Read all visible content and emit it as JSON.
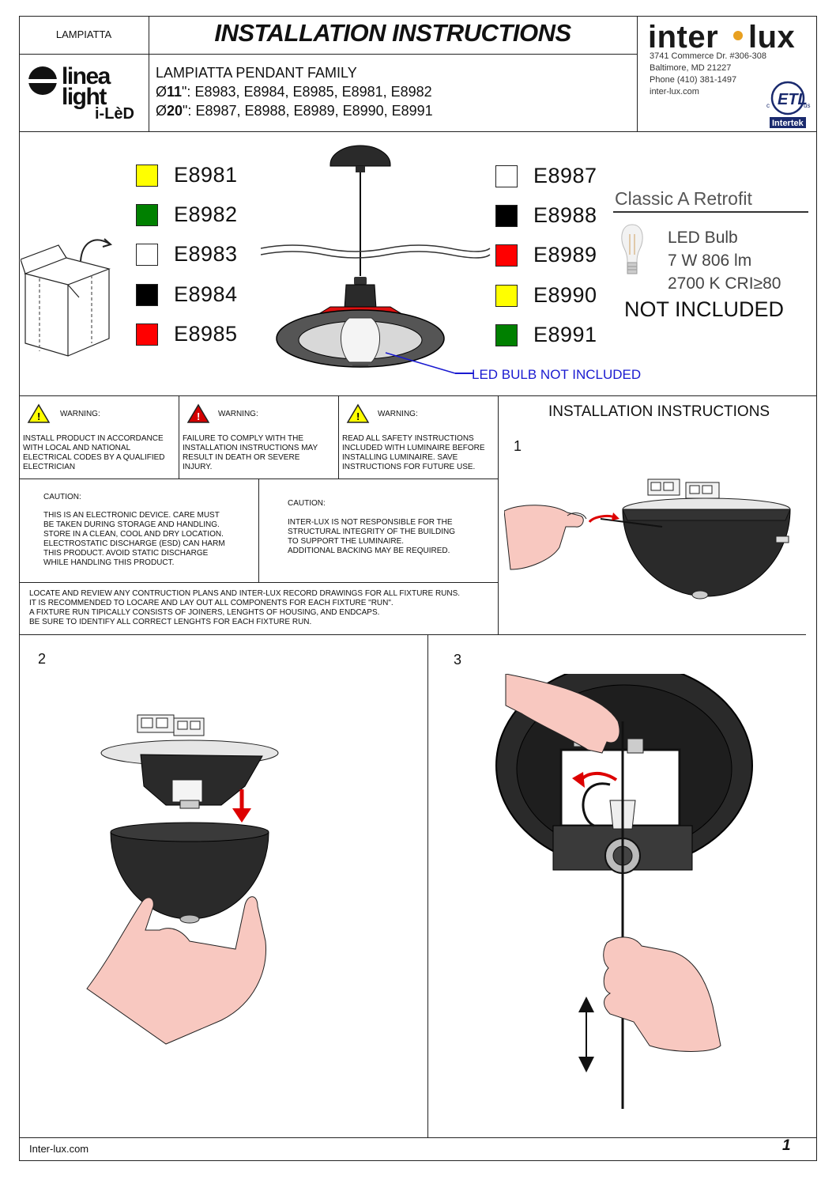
{
  "header": {
    "product_label": "LAMPIATTA",
    "title": "INSTALLATION INSTRUCTIONS",
    "family": "LAMPIATTA PENDANT FAMILY",
    "d11_prefix": "Ø",
    "d11_size": "11",
    "d11_codes": "\": E8983, E8984, E8985, E8981, E8982",
    "d20_prefix": "Ø",
    "d20_size": "20",
    "d20_codes": "\": E8987, E8988, E8989, E8990, E8991",
    "brand_logo": {
      "line1": "linea",
      "line2": "light",
      "line3": "i-LèD"
    },
    "interlux": {
      "logo_left": "inter",
      "logo_right": "lux",
      "address1": "3741 Commerce Dr. #306-308",
      "address2": "Baltimore, MD 21227",
      "phone": "Phone (410) 381-1497",
      "web": "inter-lux.com"
    },
    "cert": {
      "mark": "ETL",
      "c": "c",
      "us": "us",
      "lab": "Intertek"
    }
  },
  "colors_left": [
    {
      "code": "E8981",
      "color": "#ffff00"
    },
    {
      "code": "E8982",
      "color": "#008000"
    },
    {
      "code": "E8983",
      "color": "#ffffff"
    },
    {
      "code": "E8984",
      "color": "#000000"
    },
    {
      "code": "E8985",
      "color": "#ff0000"
    }
  ],
  "colors_right": [
    {
      "code": "E8987",
      "color": "#ffffff"
    },
    {
      "code": "E8988",
      "color": "#000000"
    },
    {
      "code": "E8989",
      "color": "#ff0000"
    },
    {
      "code": "E8990",
      "color": "#ffff00"
    },
    {
      "code": "E8991",
      "color": "#008000"
    }
  ],
  "bulb": {
    "title": "Classic A Retrofit",
    "line1": "LED Bulb",
    "line2": "7 W 806 lm",
    "line3": "2700 K CRI≥80",
    "not_included": "NOT INCLUDED",
    "callout": "LED BULB NOT INCLUDED"
  },
  "warnings": [
    {
      "label": "WARNING:",
      "text": [
        "INSTALL PRODUCT IN ACCORDANCE",
        "WITH LOCAL AND NATIONAL",
        "ELECTRICAL CODES BY A QUALIFIED",
        "ELECTRICIAN"
      ],
      "icon_color": "#ffff00"
    },
    {
      "label": "WARNING:",
      "text": [
        "FAILURE TO COMPLY WITH THE",
        "INSTALLATION INSTRUCTIONS MAY",
        "RESULT IN DEATH OR SEVERE",
        "INJURY."
      ],
      "icon_color": "#d40000"
    },
    {
      "label": "WARNING:",
      "text": [
        "READ ALL SAFETY INSTRUCTIONS",
        "INCLUDED WITH LUMINAIRE BEFORE",
        "INSTALLING LUMINAIRE. SAVE",
        "INSTRUCTIONS FOR FUTURE USE."
      ],
      "icon_color": "#ffff00"
    }
  ],
  "cautions": [
    {
      "label": "CAUTION:",
      "text": [
        "THIS IS AN ELECTRONIC DEVICE. CARE MUST",
        "BE TAKEN DURING STORAGE AND HANDLING.",
        "STORE IN A CLEAN, COOL AND DRY LOCATION.",
        "ELECTROSTATIC DISCHARGE (ESD) CAN HARM",
        "THIS PRODUCT. AVOID STATIC DISCHARGE",
        "WHILE HANDLING THIS PRODUCT."
      ]
    },
    {
      "label": "CAUTION:",
      "text": [
        "INTER-LUX IS NOT RESPONSIBLE FOR THE",
        "STRUCTURAL INTEGRITY OF THE BUILDING",
        "TO SUPPORT THE LUMINAIRE.",
        "ADDITIONAL BACKING MAY BE REQUIRED."
      ]
    }
  ],
  "locate_note": [
    "LOCATE AND REVIEW ANY CONTRUCTION PLANS AND INTER-LUX RECORD DRAWINGS FOR ALL FIXTURE RUNS.",
    "IT IS RECOMMENDED TO LOCARE AND LAY OUT ALL COMPONENTS FOR EACH FIXTURE \"RUN\".",
    "A FIXTURE RUN TIPICALLY CONSISTS OF JOINERS, LENGHTS OF HOUSING, AND ENDCAPS.",
    "BE SURE TO IDENTIFY ALL CORRECT LENGHTS FOR EACH FIXTURE RUN."
  ],
  "instructions_title": "INSTALLATION INSTRUCTIONS",
  "steps": [
    "1",
    "2",
    "3"
  ],
  "footer": {
    "website": "Inter-lux.com",
    "page": "1"
  }
}
